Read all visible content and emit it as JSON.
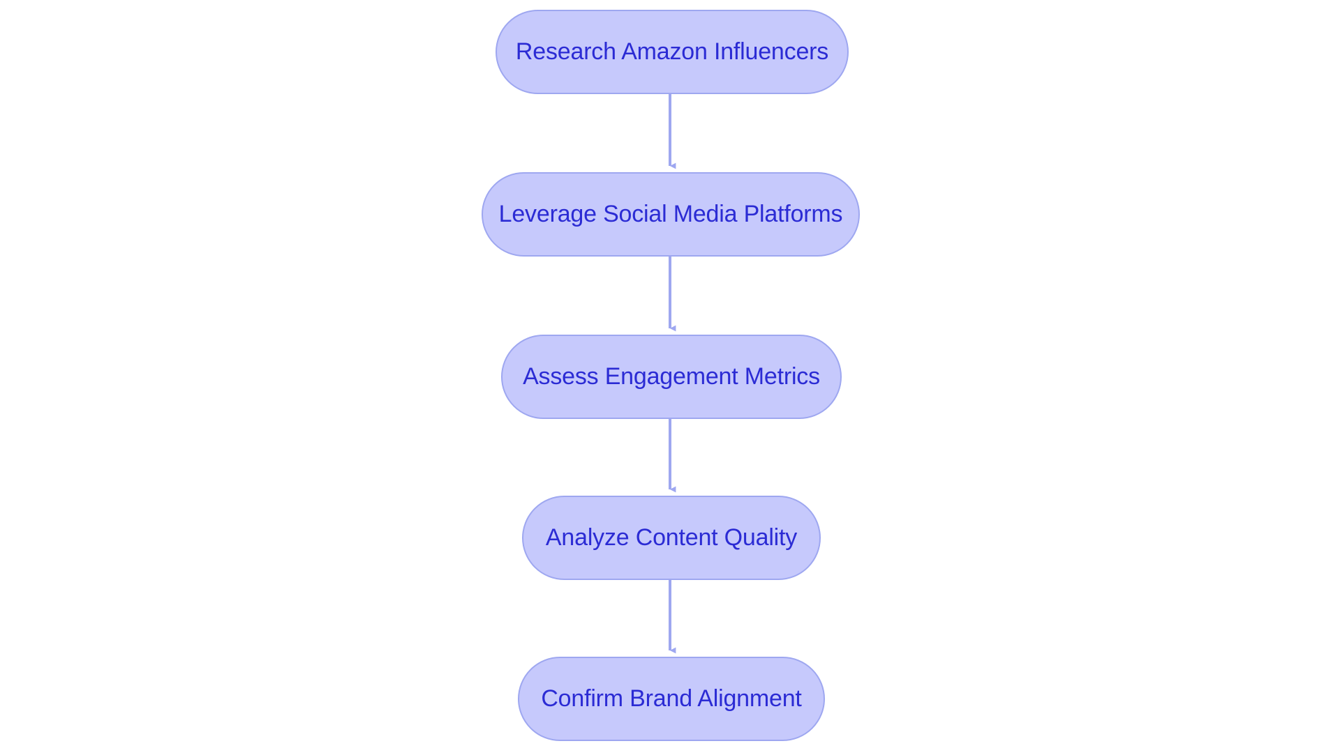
{
  "diagram": {
    "type": "flowchart",
    "orientation": "top-to-bottom",
    "background_color": "#ffffff",
    "node_fill_color": "#c6c9fc",
    "node_border_color": "#9ea7f0",
    "node_text_color": "#2b2bd4",
    "connector_color": "#9ea7f0",
    "node_shape": "stadium",
    "nodes": [
      {
        "id": "node-0",
        "label": "Research Amazon Influencers",
        "step": 1
      },
      {
        "id": "node-1",
        "label": "Leverage Social Media Platforms",
        "step": 2
      },
      {
        "id": "node-2",
        "label": "Assess Engagement Metrics",
        "step": 3
      },
      {
        "id": "node-3",
        "label": "Analyze Content Quality",
        "step": 4
      },
      {
        "id": "node-4",
        "label": "Confirm Brand Alignment",
        "step": 5
      }
    ],
    "connectors": [
      {
        "id": "edge-0",
        "from": "node-0",
        "to": "node-1",
        "arrowhead": "triangle-down"
      },
      {
        "id": "edge-1",
        "from": "node-1",
        "to": "node-2",
        "arrowhead": "triangle-down"
      },
      {
        "id": "edge-2",
        "from": "node-2",
        "to": "node-3",
        "arrowhead": "triangle-down"
      },
      {
        "id": "edge-3",
        "from": "node-3",
        "to": "node-4",
        "arrowhead": "triangle-down"
      }
    ]
  }
}
